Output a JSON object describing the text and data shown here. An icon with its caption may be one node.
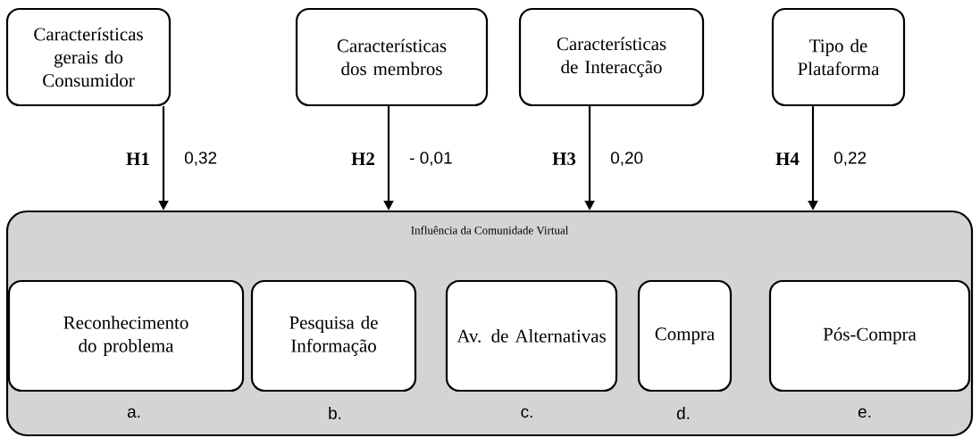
{
  "diagram": {
    "nodes": [
      {
        "text": [
          "Características gerais do Consumidor"
        ]
      },
      {
        "text": [
          "Características dos membros"
        ]
      },
      {
        "text": [
          "Características de Interacção"
        ]
      },
      {
        "text": [
          "Tipo de Plataforma"
        ]
      },
      {
        "text": [
          "Influência da Comunidade Virtual"
        ]
      },
      {
        "text": [
          "Reconhecimento do problema"
        ],
        "in": 4,
        "beside": [
          "a."
        ]
      },
      {
        "text": [
          "Pesquisa de Informação"
        ],
        "in": 4,
        "beside": [
          "b."
        ]
      },
      {
        "text": [
          "Av. de Alternativas"
        ],
        "in": 4,
        "beside": [
          "c."
        ]
      },
      {
        "text": [
          "Compra"
        ],
        "in": 4,
        "beside": [
          "d."
        ]
      },
      {
        "text": [
          "Pós-Compra"
        ],
        "in": 4,
        "beside": [
          "e."
        ]
      }
    ],
    "edges": [
      {
        "from": 0,
        "to": 4,
        "arrow": "to",
        "label": "H1"
      },
      {
        "from": 1,
        "to": 4,
        "arrow": "to",
        "label": "H2"
      },
      {
        "from": 2,
        "to": 4,
        "arrow": "to",
        "label": "H3"
      },
      {
        "from": 3,
        "to": 4,
        "arrow": "to",
        "label": "H4"
      }
    ],
    "labels": [
      "0,32",
      "- 0,01",
      "0,20",
      "0,22"
    ]
  }
}
